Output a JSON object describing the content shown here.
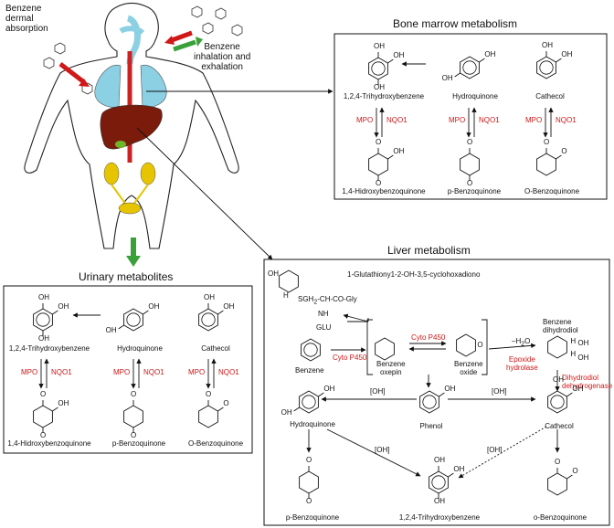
{
  "human": {
    "dermal": "Benzene\ndermal\nabsorption",
    "inhalation": "Benzene\ninhalation and\nexhalation"
  },
  "bone": {
    "title": "Bone marrow metabolism",
    "trihydroxy": "1,2,4-Trihydroxybenzene",
    "hydroquinone": "Hydroquinone",
    "cathecol": "Cathecol",
    "hydroxybenzoquinone": "1,4-Hidroxybenzoquinone",
    "pbenzoquinone": "p-Benzoquinone",
    "obenzoquinone": "O-Benzoquinone",
    "mpo": "MPO",
    "nqo1": "NQO1"
  },
  "urinary": {
    "title": "Urinary metabolites",
    "trihydroxy": "1,2,4-Trihydroxybenzene",
    "hydroquinone": "Hydroquinone",
    "cathecol": "Cathecol",
    "hydroxybenzoquinone": "1,4-Hidroxybenzoquinone",
    "pbenzoquinone": "p-Benzoquinone",
    "obenzoquinone": "O-Benzoquinone",
    "mpo": "MPO",
    "nqo1": "NQO1"
  },
  "liver": {
    "title": "Liver metabolism",
    "glutathiony": "1-Glutathiony1-2-OH-3,5-cyclohoxadiono",
    "sgh": "SGH",
    "sgh_sub": "2",
    "sgh_chain": "-CH-CO-Gly",
    "nh": "NH",
    "glu": "GLU",
    "benzene": "Benzene",
    "cyto1": "Cyto P450",
    "cyto2": "Cyto P450",
    "oxepin": "Benzene\noxepin",
    "oxide": "Benzene\noxide",
    "dihydrodiol": "Benzene\ndihydrodiol",
    "h2o": "–H",
    "h2o_sub": "2",
    "h2o_tail": "O",
    "epoxide": "Epoxide\nhydrolase",
    "dehydrogenase": "Dihydrodiol\ndehydrogenase",
    "oh": "[OH]",
    "phenol": "Phenol",
    "hydroquinone": "Hydroquinone",
    "cathecol": "Cathecol",
    "pbenzoquinone": "p-Benzoquinone",
    "trihydroxy": "1,2,4-Trihydroxybenzene",
    "obenzoquinone": "o-Benzoquinone"
  },
  "chem": {
    "OH": "OH",
    "O": "O",
    "H": "H"
  },
  "colors": {
    "red": "#d01818",
    "green": "#3aa03a",
    "lung": "#8cd0e4",
    "liver": "#7a1b0c",
    "kidney": "#e7c400",
    "gall": "#6fb52a"
  }
}
